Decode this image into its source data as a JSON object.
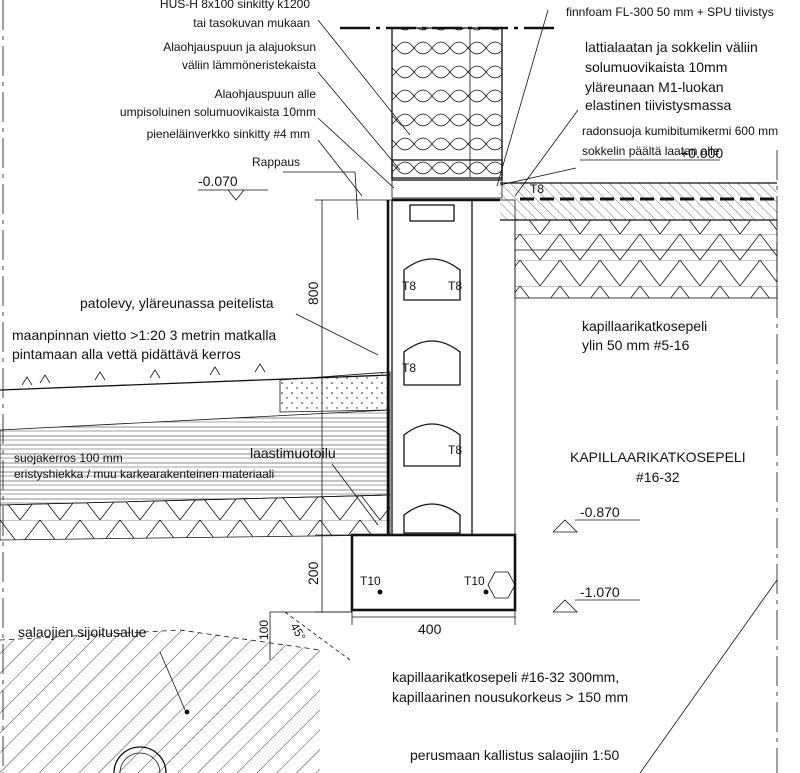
{
  "labels": {
    "hus_line1": "HUS-H 8x100 sinkitty k1200",
    "hus_line2": "tai tasokuvan mukaan",
    "insul_line1": "Alaohjauspuun ja alajuoksun",
    "insul_line2": "väliin lämmöneristekaista",
    "strip_line1": "Alaohjauspuun alle",
    "strip_line2": "umpisoluinen solumuovikaista 10mm",
    "mesh": "pieneläinverkko sinkitty #4 mm",
    "render": "Rappaus",
    "level_m0070": "-0.070",
    "finnfoam": "finnfoam FL-300 50 mm + SPU tiivistys",
    "slab_line1": "lattialaatan ja sokkelin väliin",
    "slab_line2": "solumuovikaista 10mm",
    "slab_line3": "yläreunaan M1-luokan",
    "slab_line4": "elastinen tiivistysmassa",
    "radon_line1": "radonsuoja kumibitumikermi 600 mm",
    "radon_line2": "sokkelin päältä laatan alle",
    "level_p0000": "+0.000",
    "t8_slab": "T8",
    "t8_a": "T8",
    "t8_b": "T8",
    "t8_c": "T8",
    "t8_d": "T8",
    "dim_800": "800",
    "pato": "patolevy, yläreunassa peitelista",
    "slope_line1": "maanpinnan vietto >1:20 3 metrin matkalla",
    "slope_line2": "pintamaan alla vettä pidättävä kerros",
    "gravel_line1": "kapillaarikatkosepeli",
    "gravel_line2": "ylin 50 mm #5-16",
    "protect_line1": "suojakerros 100 mm",
    "protect_line2": "eristyshiekka / muu karkearakenteinen materiaali",
    "formwork": "laastimuotoilu",
    "big_gravel_line1": "KAPILLAARIKATKOSEPELI",
    "big_gravel_line2": "#16-32",
    "level_m0870": "-0.870",
    "dim_200": "200",
    "t10_a": "T10",
    "t10_b": "T10",
    "level_m1070": "-1.070",
    "dim_400": "400",
    "dim_100": "100",
    "dim_45": "45°",
    "drain": "salaojien sijoitusalue",
    "footing_gravel_line1": "kapillaarikatkosepeli #16-32 300mm,",
    "footing_gravel_line2": "kapillaarinen nousukorkeus > 150 mm",
    "subgrade": "perusmaan kallistus salaojiin 1:50"
  }
}
